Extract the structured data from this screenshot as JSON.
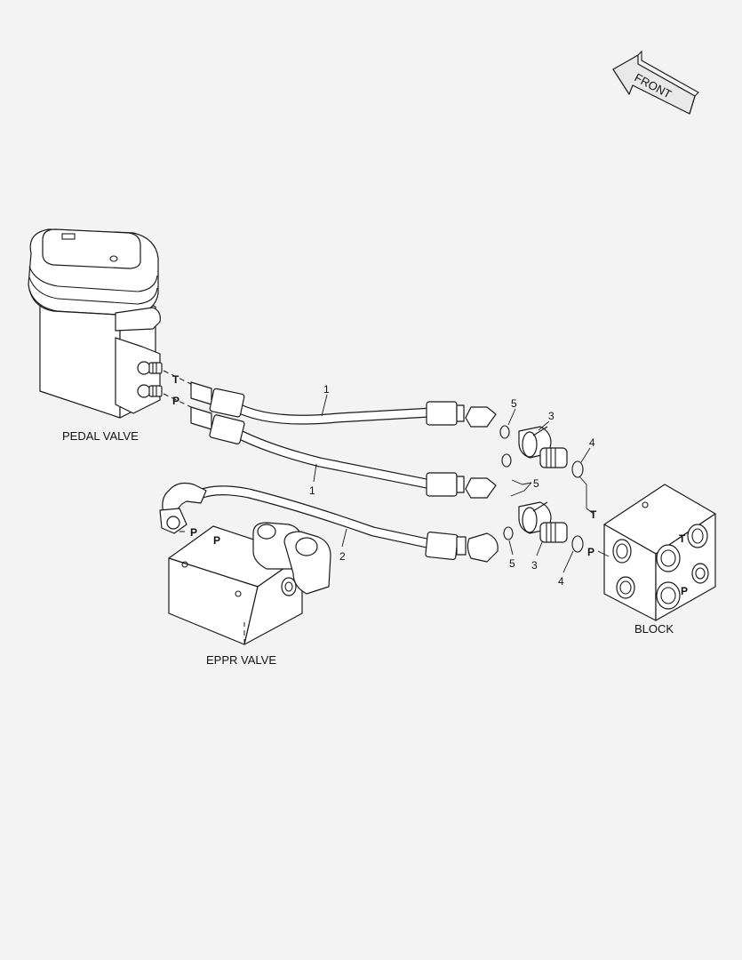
{
  "direction_arrow": {
    "label": "FRONT"
  },
  "components": {
    "pedal_valve": "PEDAL VALVE",
    "eppr_valve": "EPPR VALVE",
    "block": "BLOCK"
  },
  "port_labels": {
    "pedal_t": "T",
    "pedal_p": "P",
    "eppr_p1": "P",
    "eppr_p2": "P",
    "block_t_lead": "T",
    "block_p_lead": "P",
    "block_t_face": "T",
    "block_p_face": "P"
  },
  "callouts": {
    "hose_upper": "1",
    "hose_lower": "1",
    "hose_eppr": "2",
    "tee_upper": "3",
    "tee_lower": "3",
    "oring_upper": "4",
    "oring_lower": "4",
    "seal_upper": "5",
    "seal_mid": "5",
    "seal_lower": "5"
  },
  "colors": {
    "background": "#f3f3f3",
    "line": "#1a1a1a"
  }
}
